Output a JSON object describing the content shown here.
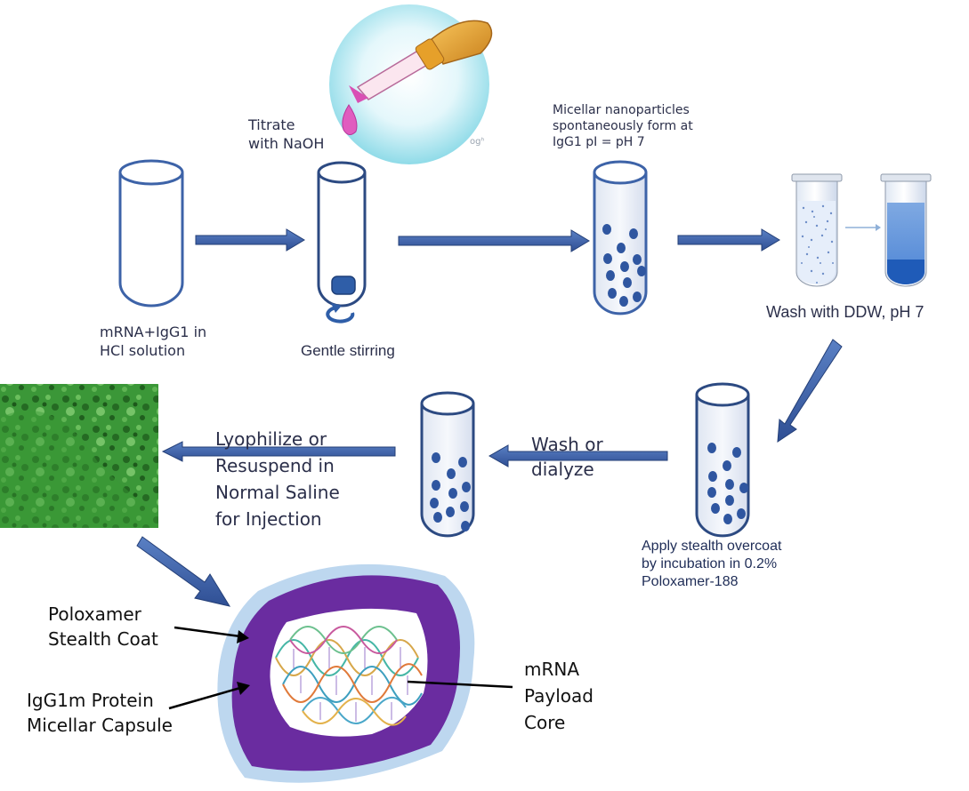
{
  "steps": {
    "start_label": [
      "mRNA+IgG1 in",
      "HCl solution"
    ],
    "titrate_label": [
      "Titrate",
      "with NaOH"
    ],
    "stir_label": "Gentle stirring",
    "micelle_label": [
      "Micellar nanoparticles",
      "spontaneously form at",
      "IgG1 pI = pH 7"
    ],
    "wash_label": "Wash with DDW, pH 7",
    "overcoat_label": [
      "Apply stealth overcoat",
      "by incubation in 0.2%",
      "Poloxamer-188"
    ],
    "dialyze_label": [
      "Wash or",
      "dialyze"
    ],
    "lyophilize_label": [
      "Lyophilize or",
      "Resuspend in",
      "Normal Saline",
      "for Injection"
    ]
  },
  "particle": {
    "coat_label": [
      "Poloxamer",
      "Stealth Coat"
    ],
    "capsule_label": [
      "IgG1m Protein",
      "Micellar Capsule"
    ],
    "core_label": [
      "mRNA",
      "Payload",
      "Core"
    ]
  },
  "colors": {
    "arrow": "#3d63a8",
    "arrow_edge": "#243f77",
    "tube_outline": "#3d63a8",
    "particle_dot": "#2f56a0",
    "tube_fill": "#e9eef6",
    "stealth_coat": "#b9d4ee",
    "capsule": "#6a2ca0",
    "capsule_edge": "#7b3bb0",
    "micrograph": "#3c9a3a",
    "dropper": "#e6a02a",
    "drop": "#d94fb4",
    "liquid_blue": "#2f6fc4"
  },
  "icons": [
    "dropper-icon",
    "stir-rotation-icon",
    "micrograph-image",
    "test-tube-icon",
    "dna-helix-icon"
  ]
}
